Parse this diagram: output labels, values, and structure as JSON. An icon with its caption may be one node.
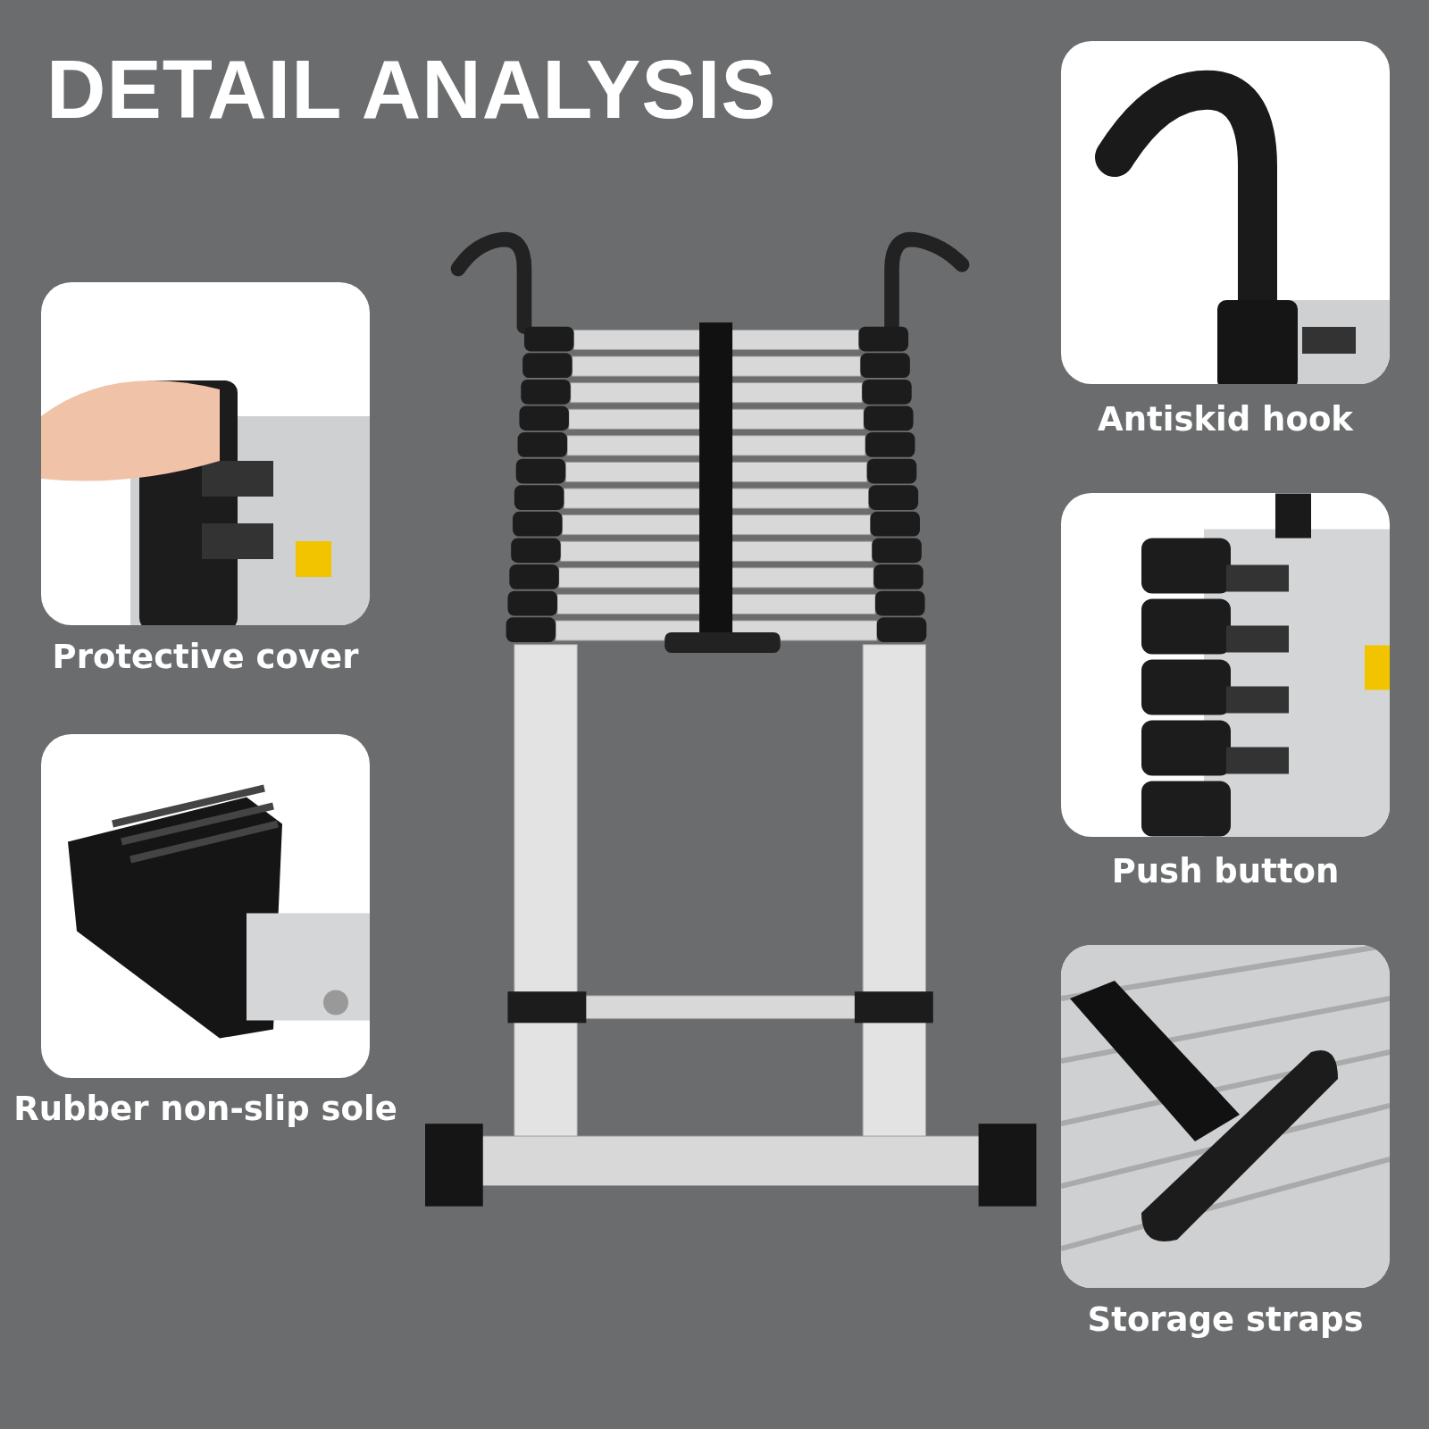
{
  "diagram": {
    "title": "DETAIL ANALYSIS",
    "nodes": [
      {
        "text": [],
        "shape": "picture",
        "beside": [
          "Protective cover"
        ]
      },
      {
        "text": [],
        "shape": "picture",
        "beside": [
          "Rubber non-slip sole"
        ]
      },
      {
        "text": [],
        "shape": "picture"
      },
      {
        "text": [],
        "shape": "picture",
        "beside": [
          "Antiskid hook"
        ]
      },
      {
        "text": [],
        "shape": "picture",
        "beside": [
          "Push button"
        ]
      },
      {
        "text": [],
        "shape": "picture",
        "beside": [
          "Storage straps"
        ]
      }
    ]
  }
}
